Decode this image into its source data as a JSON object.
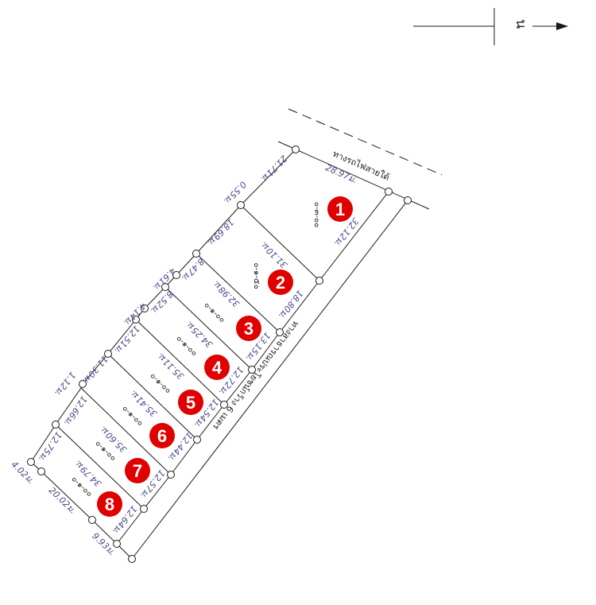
{
  "compass": {
    "north_label": "น"
  },
  "rail_label": "ทางรถไฟสายใต้",
  "road_label": "ทางสาธารณประโยชน์กว้าง 6 เมตร",
  "badge_color": "#e00000",
  "plots": [
    {
      "number": "1",
      "area": "๐-๓-๐๐"
    },
    {
      "number": "2",
      "area": "๐-๑-๕๐"
    },
    {
      "number": "3",
      "area": "๐-๑-๐๐"
    },
    {
      "number": "4",
      "area": "๐-๑-๐๐"
    },
    {
      "number": "5",
      "area": "๐-๑-๐๐"
    },
    {
      "number": "6",
      "area": "๐-๑-๐๐"
    },
    {
      "number": "7",
      "area": "๐-๑-๐๐"
    },
    {
      "number": "8",
      "area": "๐-๑-๐๐"
    }
  ],
  "dimensions": {
    "top": "28.97ม.",
    "d1": "31.10ม.",
    "d2": "32.98ม.",
    "d3": "34.25ม.",
    "d4": "35.11ม.",
    "d5": "35.41ม.",
    "d6": "35.60ม.",
    "d7": "34.79ม.",
    "e1": "32.12ม.",
    "e2": "18.80ม.",
    "e3": "13.15ม.",
    "e4": "12.72ม.",
    "e5": "12.54ม.",
    "e6": "12.44ม.",
    "e7": "12.57ม.",
    "e8": "12.64ม.",
    "w1": "21.71ม.",
    "w2": "0.55ม.",
    "w3": "18.69ม.",
    "w4": "8.47ม.",
    "w5": "4.61ม.",
    "w6": "8.52ม.",
    "w7": "4.14ม.",
    "w8": "12.51ม.",
    "w9": "11.30ม.",
    "w10": "1.12ม.",
    "w11": "12.66ม.",
    "w12": "12.75ม.",
    "w13": "4.02ม.",
    "w14": "20.02ม.",
    "w15": "9.93ม."
  }
}
